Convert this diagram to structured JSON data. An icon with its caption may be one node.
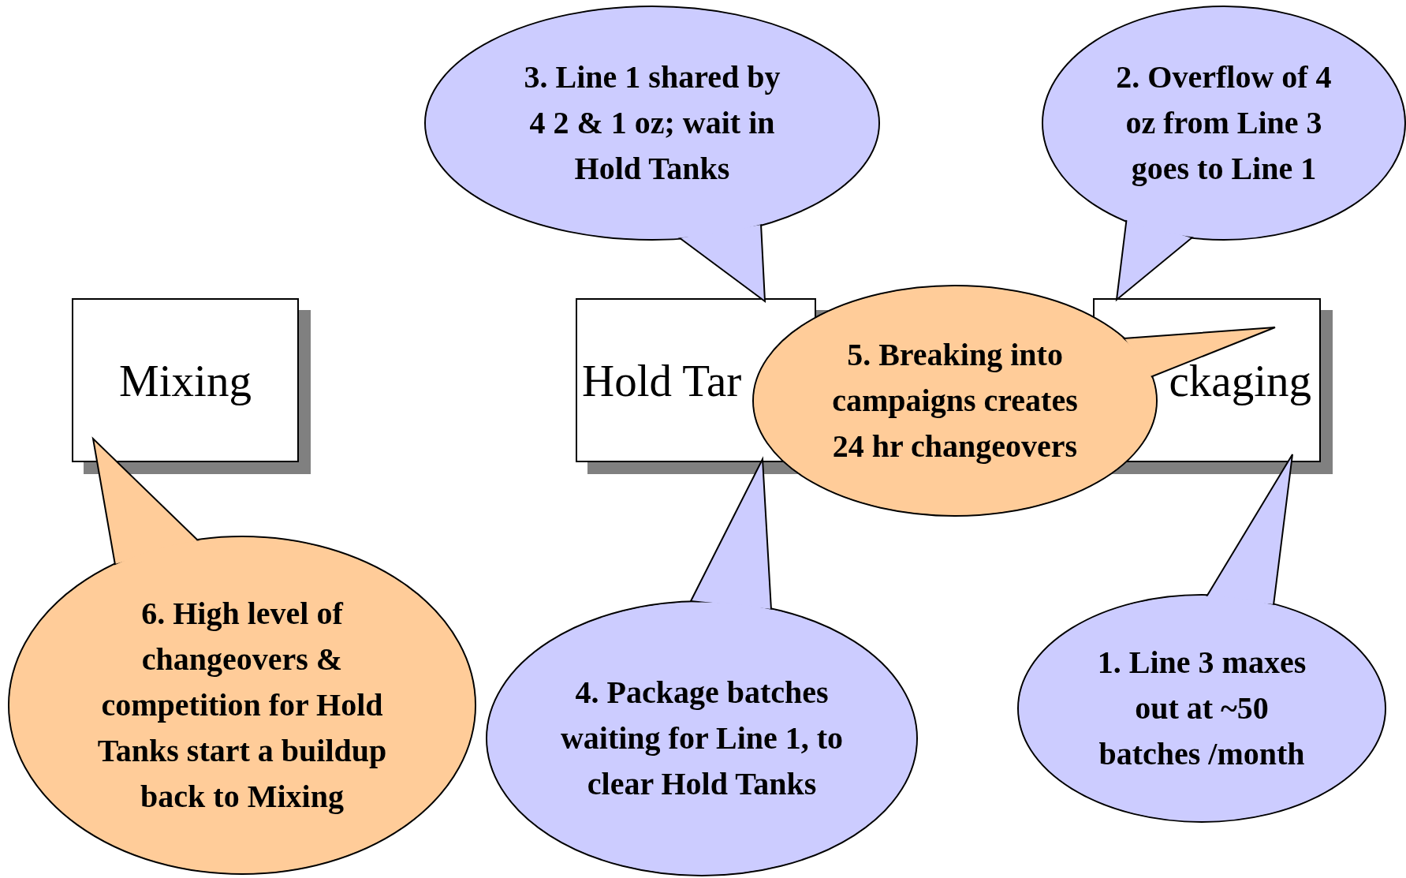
{
  "diagram": {
    "nodes": [
      {
        "text": [
          "Mixing"
        ]
      },
      {
        "text": [
          "Hold Tar"
        ]
      },
      {
        "text": [
          "ckaging"
        ]
      },
      {
        "text": [
          "3. Line 1 shared by 4  2 & 1 oz; wait in Hold Tanks"
        ]
      },
      {
        "text": [
          "2. Overflow of 4 oz from Line 3 goes to Line 1"
        ]
      },
      {
        "text": [
          "5. Breaking into campaigns creates 24 hr changeovers"
        ]
      },
      {
        "text": [
          "6. High level of changeovers & competition for Hold Tanks start a buildup back to Mixing"
        ]
      },
      {
        "text": [
          "4. Package batches waiting for Line 1, to clear Hold Tanks"
        ]
      },
      {
        "text": [
          "1. Line 3 maxes out at ~50 batches /month"
        ]
      }
    ]
  }
}
